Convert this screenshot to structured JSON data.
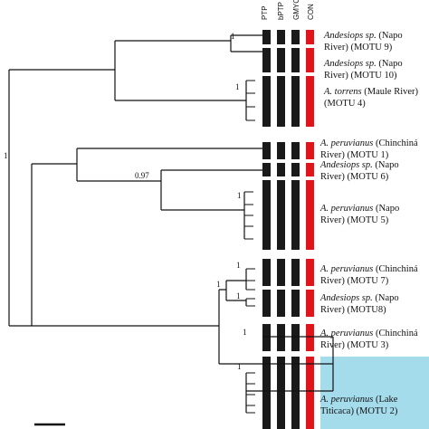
{
  "columns": [
    "PTP",
    "bPTP",
    "GMYC",
    "CON"
  ],
  "colors": {
    "bar_black": "#1a1a1a",
    "bar_red": "#e0141a",
    "highlight_blue": "#a4dcec",
    "line": "#111111"
  },
  "support_values": {
    "root": "1",
    "napo_pair": "1",
    "torrens": "1",
    "peruvianus_napo_clade": "0.97",
    "motu5": "1",
    "motu7": "1",
    "motu7_motu8": "1",
    "motu8": "1",
    "motu3": "1",
    "motu2": "1"
  },
  "groups": [
    {
      "id": "motu9",
      "species": "Andesiops sp.",
      "line1_rest": " (Napo",
      "line2": "River) (MOTU 9)",
      "highlight": false
    },
    {
      "id": "motu10",
      "species": "Andesiops sp.",
      "line1_rest": " (Napo",
      "line2": "River) (MOTU 10)",
      "highlight": false
    },
    {
      "id": "motu4",
      "species": "A. torrens",
      "line1_rest": " (Maule River)",
      "line2": "(MOTU 4)",
      "highlight": false
    },
    {
      "id": "motu1",
      "species": "A. peruvianus",
      "line1_rest": " (Chinchiná",
      "line2": "River) (MOTU 1)",
      "highlight": false
    },
    {
      "id": "motu6",
      "species": "Andesiops sp.",
      "line1_rest": " (Napo",
      "line2": "River) (MOTU 6)",
      "highlight": false
    },
    {
      "id": "motu5",
      "species": "A. peruvianus",
      "line1_rest": " (Napo",
      "line2": "River) (MOTU 5)",
      "highlight": false
    },
    {
      "id": "motu7",
      "species": "A. peruvianus",
      "line1_rest": " (Chinchiná",
      "line2": "River) (MOTU 7)",
      "highlight": false
    },
    {
      "id": "motu8",
      "species": "Andesiops sp.",
      "line1_rest": " (Napo",
      "line2": "River) (MOTU8)",
      "highlight": false
    },
    {
      "id": "motu3",
      "species": "A. peruvianus",
      "line1_rest": " (Chinchiná",
      "line2": "River) (MOTU 3)",
      "highlight": false
    },
    {
      "id": "motu2",
      "species": "A. peruvianus",
      "line1_rest": " (Lake",
      "line2": "Titicaca) (MOTU 2)",
      "highlight": true
    }
  ]
}
